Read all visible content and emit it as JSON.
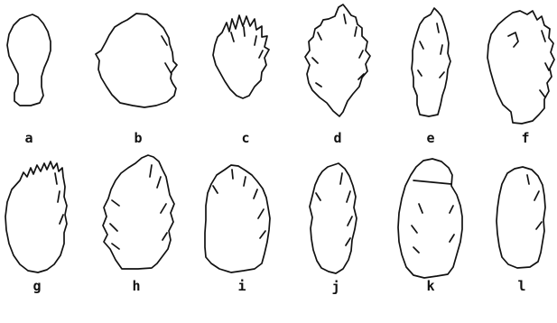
{
  "figure": {
    "panels": [
      {
        "id": "a",
        "label": "a"
      },
      {
        "id": "b",
        "label": "b"
      },
      {
        "id": "c",
        "label": "c"
      },
      {
        "id": "d",
        "label": "d"
      },
      {
        "id": "e",
        "label": "e"
      },
      {
        "id": "f",
        "label": "f"
      },
      {
        "id": "g",
        "label": "g"
      },
      {
        "id": "h",
        "label": "h"
      },
      {
        "id": "i",
        "label": "i"
      },
      {
        "id": "j",
        "label": "j"
      },
      {
        "id": "k",
        "label": "k"
      },
      {
        "id": "l",
        "label": "l"
      }
    ],
    "colors": {
      "outline": "#111111",
      "background": "#ffffff"
    }
  }
}
